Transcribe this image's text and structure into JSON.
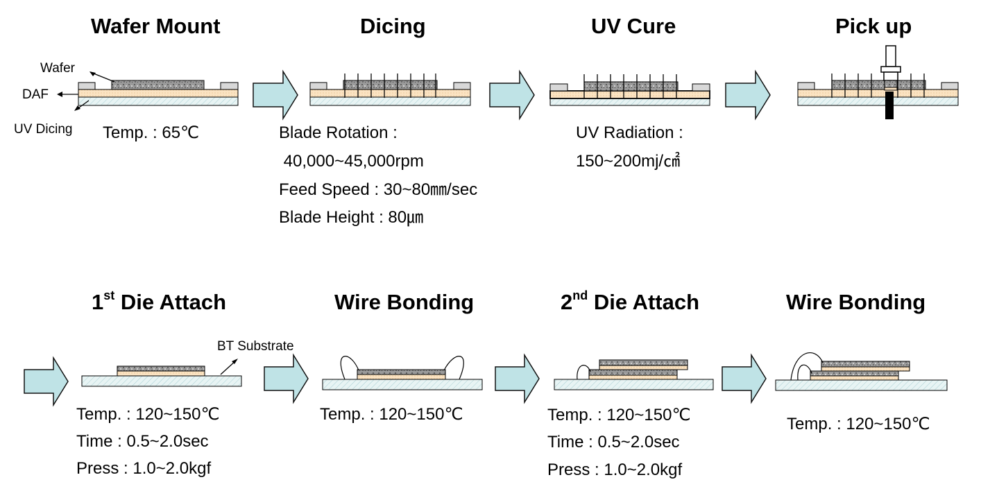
{
  "steps_top": [
    {
      "title": "Wafer Mount",
      "params": [
        "Temp. : 65℃"
      ]
    },
    {
      "title": "Dicing",
      "params": [
        "Blade Rotation :",
        " 40,000~45,000rpm",
        "Feed Speed : 30~80㎜/sec",
        "Blade Height : 80㎛"
      ]
    },
    {
      "title": "UV Cure",
      "params": [
        "UV Radiation :",
        "150~200mj/㎠"
      ]
    },
    {
      "title": "Pick up",
      "params": []
    }
  ],
  "steps_bottom": [
    {
      "title_num": "1",
      "title_sup": "st",
      "title_rest": " Die Attach",
      "params": [
        "Temp. : 120~150℃",
        "Time : 0.5~2.0sec",
        "Press : 1.0~2.0kgf"
      ]
    },
    {
      "title": "Wire Bonding",
      "params": [
        "Temp. : 120~150℃"
      ]
    },
    {
      "title_num": "2",
      "title_sup": "nd",
      "title_rest": " Die Attach",
      "params": [
        "Temp. : 120~150℃",
        "Time : 0.5~2.0sec",
        "Press : 1.0~2.0kgf"
      ]
    },
    {
      "title": "Wire Bonding",
      "params": [
        "Temp. : 120~150℃"
      ]
    }
  ],
  "labels": {
    "wafer": "Wafer",
    "daf": "DAF",
    "uv_dicing": "UV Dicing",
    "bt_substrate": "BT Substrate"
  },
  "colors": {
    "arrow_fill": "#bfe3e6",
    "daf_fill": "#fbe3c2",
    "wafer_fill": "#8c8c8c",
    "substrate_fill": "#e6f2f2"
  }
}
